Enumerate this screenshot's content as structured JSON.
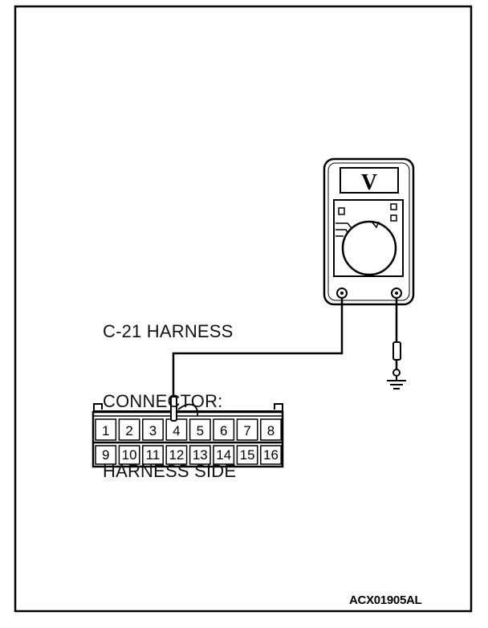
{
  "label": {
    "line1": "C-21 HARNESS",
    "line2": "CONNECTOR:",
    "line3": "HARNESS SIDE"
  },
  "meter": {
    "display": "V"
  },
  "connector": {
    "top_row": [
      "1",
      "2",
      "3",
      "4",
      "5",
      "6",
      "7",
      "8"
    ],
    "bottom_row": [
      "9",
      "10",
      "11",
      "12",
      "13",
      "14",
      "15",
      "16"
    ]
  },
  "figure_code": "ACX01905AL"
}
